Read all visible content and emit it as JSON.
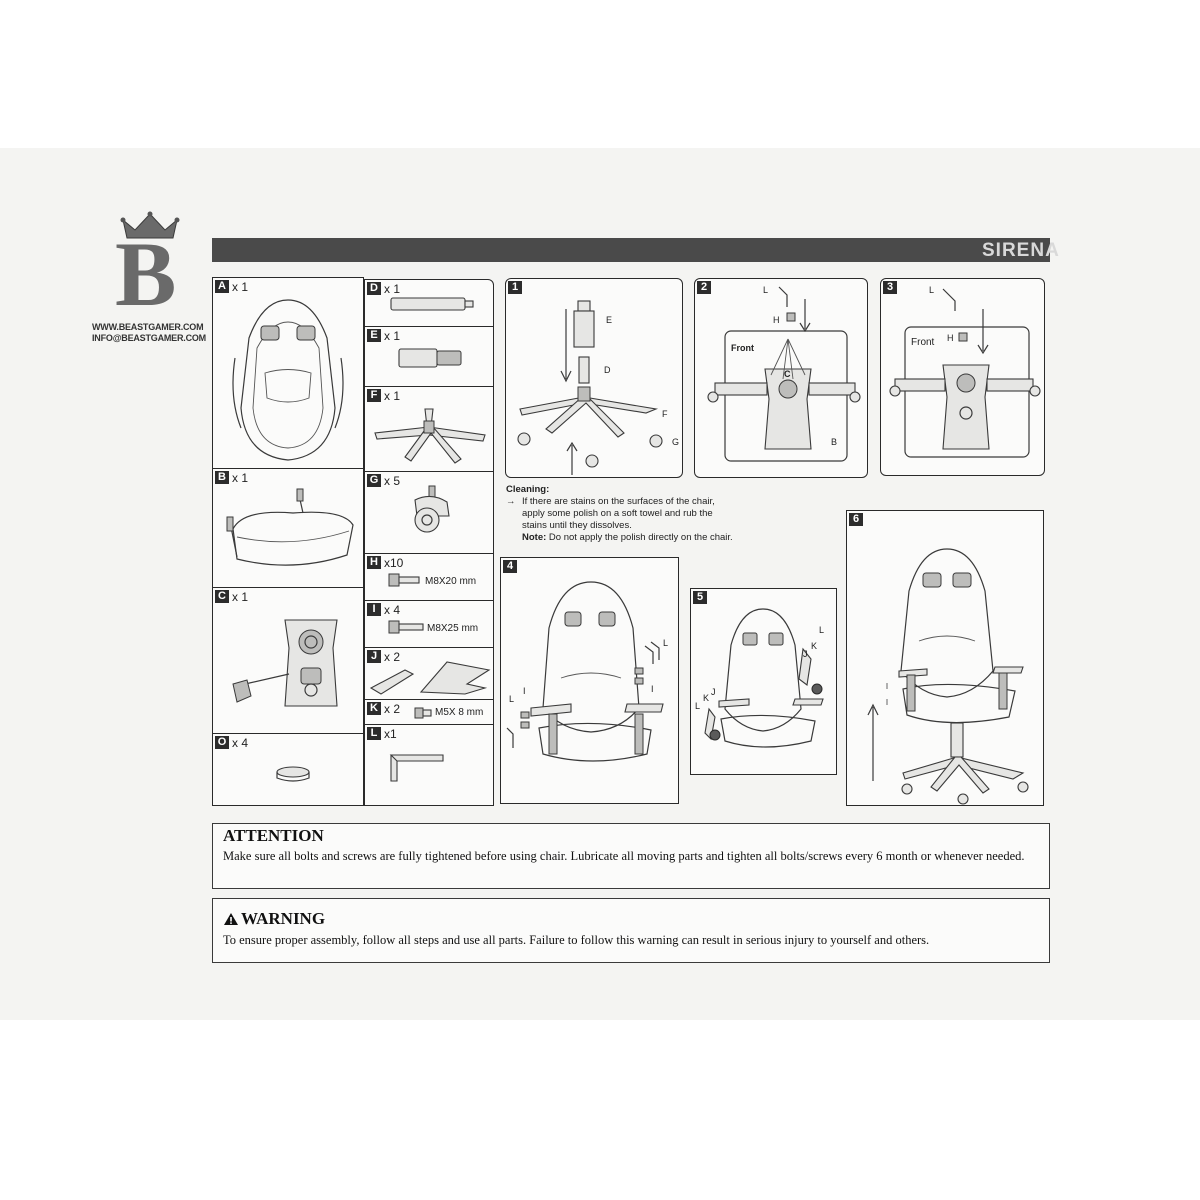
{
  "brand": {
    "logo_letter": "B",
    "website": "WWW.BEASTGAMER.COM",
    "email": "INFO@BEASTGAMER.COM"
  },
  "header": {
    "model_name": "SIRENA"
  },
  "parts": [
    {
      "letter": "A",
      "qty": "x 1",
      "spec": ""
    },
    {
      "letter": "B",
      "qty": "x 1",
      "spec": ""
    },
    {
      "letter": "C",
      "qty": "x 1",
      "spec": ""
    },
    {
      "letter": "O",
      "qty": "x 4",
      "spec": ""
    },
    {
      "letter": "D",
      "qty": "x 1",
      "spec": ""
    },
    {
      "letter": "E",
      "qty": "x 1",
      "spec": ""
    },
    {
      "letter": "F",
      "qty": "x 1",
      "spec": ""
    },
    {
      "letter": "G",
      "qty": "x 5",
      "spec": ""
    },
    {
      "letter": "H",
      "qty": "x10",
      "spec": "M8X20 mm"
    },
    {
      "letter": "I",
      "qty": "x 4",
      "spec": "M8X25 mm"
    },
    {
      "letter": "J",
      "qty": "x 2",
      "spec": ""
    },
    {
      "letter": "K",
      "qty": "x 2",
      "spec": "M5X 8   mm"
    },
    {
      "letter": "L",
      "qty": "x1",
      "spec": ""
    }
  ],
  "steps": [
    {
      "number": "1",
      "labels": [
        "E",
        "D",
        "F",
        "G"
      ]
    },
    {
      "number": "2",
      "labels": [
        "L",
        "H",
        "Front",
        "C",
        "B"
      ]
    },
    {
      "number": "3",
      "labels": [
        "L",
        "H",
        "Front"
      ]
    },
    {
      "number": "4",
      "labels": [
        "L",
        "I",
        "L",
        "I"
      ]
    },
    {
      "number": "5",
      "labels": [
        "L",
        "K",
        "J",
        "L",
        "K",
        "J"
      ]
    },
    {
      "number": "6",
      "labels": []
    }
  ],
  "cleaning": {
    "title": "Cleaning:",
    "line1": "If there are stains on the surfaces of the chair,",
    "line2": "apply some polish on a soft towel and rub the",
    "line3": "stains until they dissolves.",
    "note_label": "Note:",
    "note_text": " Do not apply the polish directly on the chair."
  },
  "attention": {
    "title": "ATTENTION",
    "text": "Make sure all bolts and screws are fully tightened before using chair. Lubricate all moving parts and tighten all bolts/screws every 6 month or whenever needed."
  },
  "warning": {
    "title": "WARNING",
    "text": "To ensure proper assembly, follow all steps and use all parts. Failure to follow this warning can result in serious injury to yourself and others."
  },
  "colors": {
    "ink": "#2a2a2a",
    "bar": "#4a4a4a",
    "paper": "#f4f4f2"
  }
}
